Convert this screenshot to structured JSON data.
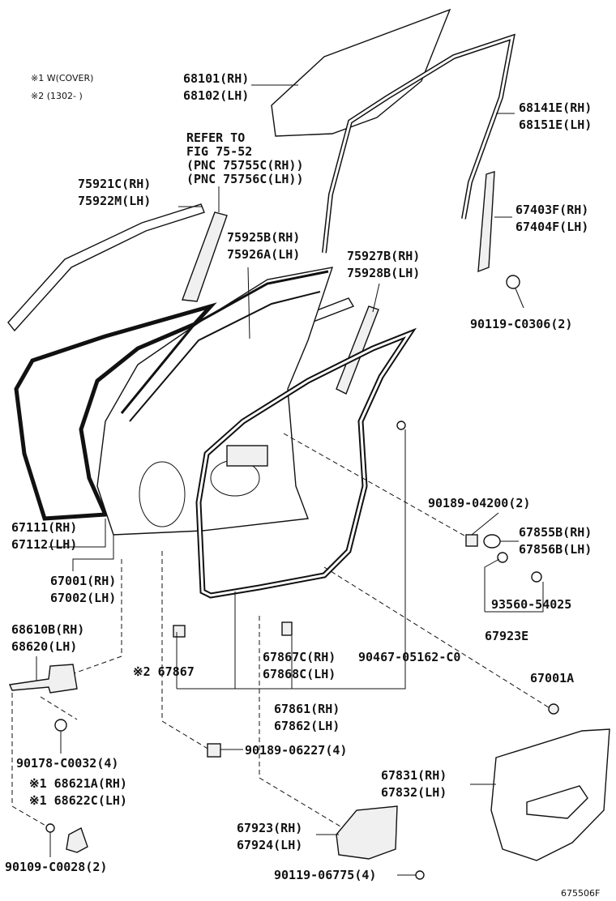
{
  "notes": {
    "note1": "※1 W(COVER)",
    "note2": "※2 (1302-    )"
  },
  "labels": {
    "glass_rh": "68101(RH)",
    "glass_lh": "68102(LH)",
    "run_rh": "68141E(RH)",
    "run_lh": "68151E(LH)",
    "refer1": "REFER TO",
    "refer2": "FIG 75-52",
    "refer3": "(PNC 75755C(RH))",
    "refer4": "(PNC 75756C(LH))",
    "mould_rh": "75921C(RH)",
    "mould_lh": "75922M(LH)",
    "chan_rh": "67403F(RH)",
    "chan_lh": "67404F(LH)",
    "garn_rh": "75925B(RH)",
    "garn_lh": "75926A(LH)",
    "tape_rh": "75927B(RH)",
    "tape_lh": "75928B(LH)",
    "screw1": "90119-C0306(2)",
    "ws_rh": "67111(RH)",
    "ws_lh": "67112(LH)",
    "clip1": "90189-04200(2)",
    "plug_rh": "67855B(RH)",
    "plug_lh": "67856B(LH)",
    "panel_rh": "67001(RH)",
    "panel_lh": "67002(LH)",
    "plug2": "93560-54025",
    "plug_set": "67923E",
    "check_rh": "68610B(RH)",
    "check_lh": "68620(LH)",
    "ws2_rh": "67867C(RH)",
    "ws2_lh": "67868C(LH)",
    "grom": "90467-05162-C0",
    "note_ref": "※2 67867",
    "cap": "67001A",
    "seal_rh": "67861(RH)",
    "seal_lh": "67862(LH)",
    "clip2": "90189-06227(4)",
    "bolt1": "90178-C0032(4)",
    "cover_rh": "※1 68621A(RH)",
    "cover_lh": "※1 68622C(LH)",
    "film_rh": "67831(RH)",
    "film_lh": "67832(LH)",
    "pad_rh": "67923(RH)",
    "pad_lh": "67924(LH)",
    "bolt2": "90109-C0028(2)",
    "screw2": "90119-06775(4)",
    "fig_no": "675506F"
  }
}
